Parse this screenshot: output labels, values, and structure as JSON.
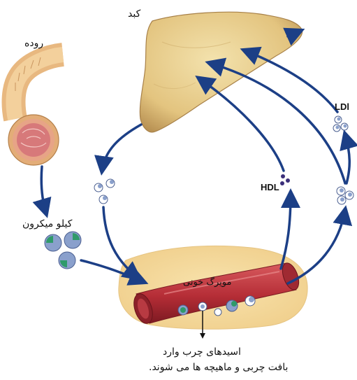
{
  "labels": {
    "liver": "کبد",
    "intestine": "روده",
    "chylomicron": "کیلو میکرون",
    "capillary": "مویرگ خونی",
    "hdl": "HDL",
    "ldl": "LDl",
    "fatty_acids_line1": "اسیدهای چرب وارد",
    "fatty_acids_line2": "بافت چربی و ماهیچه ها می شوند."
  },
  "colors": {
    "arrow": "#1c3f86",
    "liver": "#e8cf8e",
    "liver_shade": "#c9a866",
    "intestine": "#efc690",
    "intestine_lumen": "#d98478",
    "vessel": "#b8313a",
    "tissue": "#f6dca0",
    "particle_green": "#2f9a6a",
    "particle_blue": "#8aa0cc",
    "hdl_dot": "#3b2f7a"
  }
}
